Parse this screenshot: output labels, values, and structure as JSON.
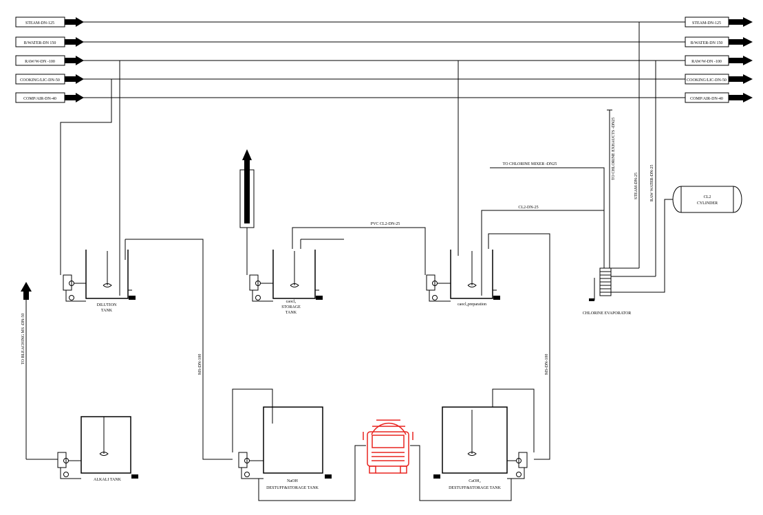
{
  "header_lines": [
    {
      "left": "STEAM-DN-125",
      "right": "STEAM-DN-125"
    },
    {
      "left": "B/WATER-DN 150",
      "right": "B/WATER-DN 150"
    },
    {
      "left": "RAW/W-DN -100",
      "right": "RAW/W-DN -100"
    },
    {
      "left": "COOKING/LIC-DN-50",
      "right": "COOKING/LIC-DN-50"
    },
    {
      "left": "COMP/AIR-DN-40",
      "right": "COMP/AIR-DN-40"
    }
  ],
  "tanks": {
    "dilution": {
      "line1": "DILUTION",
      "line2": "TANK"
    },
    "storage": {
      "line1": "caocl₂",
      "line2": "STORAGE",
      "line3": "TANK"
    },
    "prep": {
      "label": "caocl₂preparation"
    },
    "alkali": {
      "label": "ALKALI TANK"
    },
    "naoh": {
      "line1": "NaOH",
      "line2": "DESTUFF&STORAGE TANK"
    },
    "caoh": {
      "line1": "CaOH₂",
      "line2": "DESTUFF&STORAGE TANK"
    }
  },
  "labels": {
    "pvc": "PVC CL2-DN-25",
    "to_mixer": "TO CHLORINE MIXER -DN25",
    "cl2_line": "CL2-DN-25",
    "to_exhaust": "TO CHLORINE EXHAUCTS -DN25",
    "steam_v": "STEAM-DN-25",
    "raw_water_v": "RAW WATER-DN-25",
    "cylinder_l1": "CL2",
    "cylinder_l2": "CYLINDER",
    "evaporator": "CHLORINE EVAPORATOR",
    "to_bleaching": "TO BLEACHING MS -DN-50",
    "ms_left": "MS-DN-100",
    "ms_right": "MS-DN-100"
  }
}
